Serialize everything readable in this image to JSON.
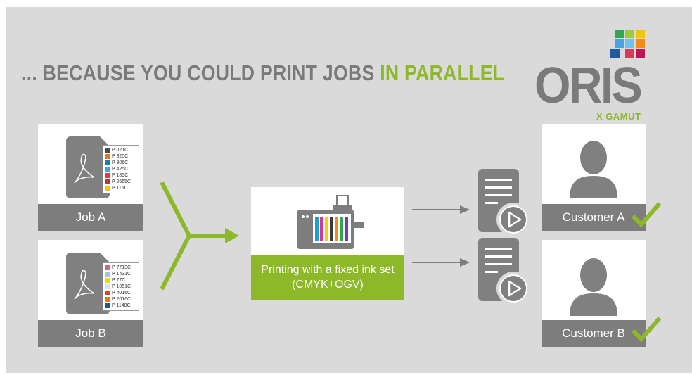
{
  "headline": {
    "prefix": "... BECAUSE YOU COULD PRINT JOBS ",
    "highlight": "IN PARALLEL"
  },
  "logo": {
    "word": "ORIS",
    "sub": "X GAMUT"
  },
  "jobs": [
    {
      "label": "Job A",
      "swatches": [
        {
          "name": "P 021C",
          "color": "#4a4a4a"
        },
        {
          "name": "P 320C",
          "color": "#e07b1a"
        },
        {
          "name": "P 306C",
          "color": "#1e7fb0"
        },
        {
          "name": "P 425C",
          "color": "#4aa3df"
        },
        {
          "name": "P 185C",
          "color": "#e23a3a"
        },
        {
          "name": "P 2655C",
          "color": "#b03a3a"
        },
        {
          "name": "P 116C",
          "color": "#f5c400"
        }
      ]
    },
    {
      "label": "Job B",
      "swatches": [
        {
          "name": "P 7713C",
          "color": "#c86a8a"
        },
        {
          "name": "P 1431C",
          "color": "#9fc7d8"
        },
        {
          "name": "P 77C",
          "color": "#f5d400"
        },
        {
          "name": "P 1051C",
          "color": "#d7e3ef"
        },
        {
          "name": "P 4016C",
          "color": "#d9481e"
        },
        {
          "name": "P 2016C",
          "color": "#e37b1f"
        },
        {
          "name": "P 1148C",
          "color": "#1e5a8c"
        }
      ]
    }
  ],
  "press": {
    "line1": "Printing with a fixed ink set",
    "line2": "(CMYK+OGV)",
    "inks": [
      "#1a9fd9",
      "#e0338c",
      "#f2d500",
      "#3a3a3a",
      "#f08a1a",
      "#2fa84f",
      "#7a3fa0"
    ]
  },
  "customers": [
    {
      "label": "Customer A"
    },
    {
      "label": "Customer B"
    }
  ],
  "colors": {
    "accent_green": "#8db82a",
    "gray_dark": "#7d7d7d",
    "gray_icon": "#808080",
    "background": "#dadada"
  },
  "icons": [
    "pdf-document-icon",
    "printing-press-icon",
    "proof-document-icon",
    "play-icon",
    "customer-avatar-icon",
    "checkmark-icon",
    "y-split-arrow-icon",
    "arrow-right-icon"
  ]
}
